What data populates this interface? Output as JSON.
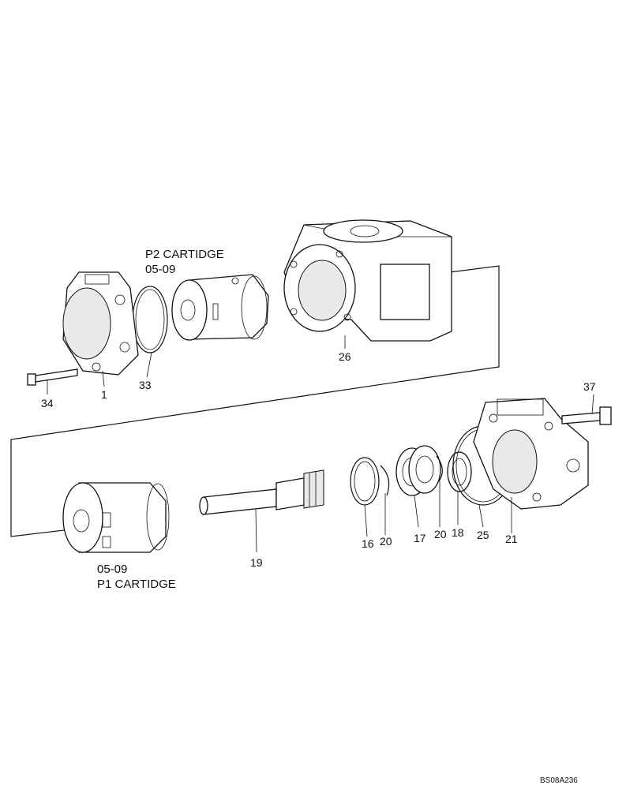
{
  "labels": {
    "p2_cartridge": "P2 CARTIDGE",
    "p2_ref": "05-09",
    "p1_ref": "05-09",
    "p1_cartridge": "P1 CARTIDGE",
    "drawing_code": "BS08A236"
  },
  "callouts": {
    "c34": "34",
    "c1": "1",
    "c33": "33",
    "c26": "26",
    "c37": "37",
    "c16": "16",
    "c20a": "20",
    "c17": "17",
    "c20b": "20",
    "c18": "18",
    "c25": "25",
    "c21": "21",
    "c19": "19"
  }
}
